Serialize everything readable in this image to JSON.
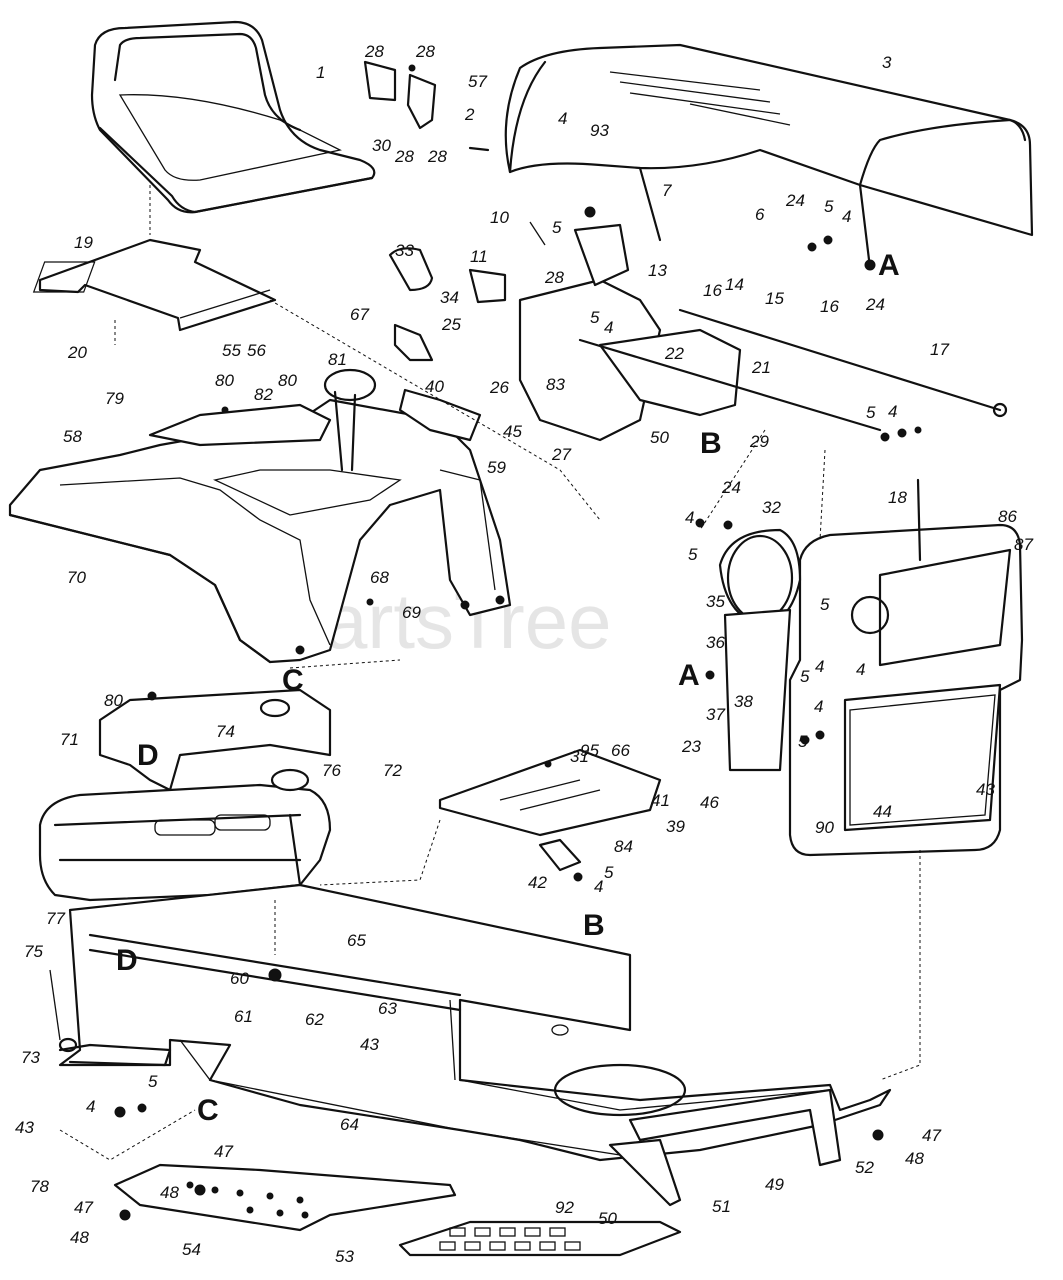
{
  "watermark": {
    "text": "PartsTree",
    "trademark": "™"
  },
  "labels": {
    "p1": "1",
    "p2": "2",
    "p3": "3",
    "p4a": "4",
    "p4b": "4",
    "p4c": "4",
    "p4d": "4",
    "p4e": "4",
    "p4f": "4",
    "p4g": "4",
    "p4h": "4",
    "p4i": "4",
    "p4j": "4",
    "p5a": "5",
    "p5b": "5",
    "p5c": "5",
    "p5d": "5",
    "p5e": "5",
    "p5f": "5",
    "p5g": "5",
    "p5h": "5",
    "p5i": "5",
    "p5j": "5",
    "p6": "6",
    "p7": "7",
    "p10": "10",
    "p11": "11",
    "p13": "13",
    "p14": "14",
    "p15": "15",
    "p16a": "16",
    "p16b": "16",
    "p17": "17",
    "p18": "18",
    "p19": "19",
    "p20": "20",
    "p21": "21",
    "p22": "22",
    "p23": "23",
    "p24a": "24",
    "p24b": "24",
    "p24c": "24",
    "p25": "25",
    "p26": "26",
    "p27": "27",
    "p28a": "28",
    "p28b": "28",
    "p28c": "28",
    "p28d": "28",
    "p28e": "28",
    "p29": "29",
    "p30": "30",
    "p31": "31",
    "p32": "32",
    "p33": "33",
    "p34": "34",
    "p35": "35",
    "p36": "36",
    "p37": "37",
    "p38": "38",
    "p39": "39",
    "p40": "40",
    "p41": "41",
    "p42": "42",
    "p43a": "43",
    "p43b": "43",
    "p43c": "43",
    "p44": "44",
    "p45": "45",
    "p46": "46",
    "p47a": "47",
    "p47b": "47",
    "p47c": "47",
    "p48a": "48",
    "p48b": "48",
    "p48c": "48",
    "p49": "49",
    "p50a": "50",
    "p50b": "50",
    "p51": "51",
    "p52": "52",
    "p53": "53",
    "p54": "54",
    "p55": "55",
    "p56": "56",
    "p57": "57",
    "p58": "58",
    "p59": "59",
    "p60": "60",
    "p61": "61",
    "p62": "62",
    "p63": "63",
    "p64": "64",
    "p65": "65",
    "p66": "66",
    "p67": "67",
    "p68": "68",
    "p69": "69",
    "p70": "70",
    "p71": "71",
    "p72": "72",
    "p73": "73",
    "p74": "74",
    "p75": "75",
    "p76": "76",
    "p77": "77",
    "p78": "78",
    "p79": "79",
    "p80a": "80",
    "p80b": "80",
    "p80c": "80",
    "p81": "81",
    "p82": "82",
    "p83": "83",
    "p84": "84",
    "p86": "86",
    "p87": "87",
    "p90": "90",
    "p92": "92",
    "p93": "93",
    "p95": "95"
  },
  "keys": {
    "A1": "A",
    "A2": "A",
    "B1": "B",
    "B2": "B",
    "C1": "C",
    "C2": "C",
    "D1": "D",
    "D2": "D"
  }
}
